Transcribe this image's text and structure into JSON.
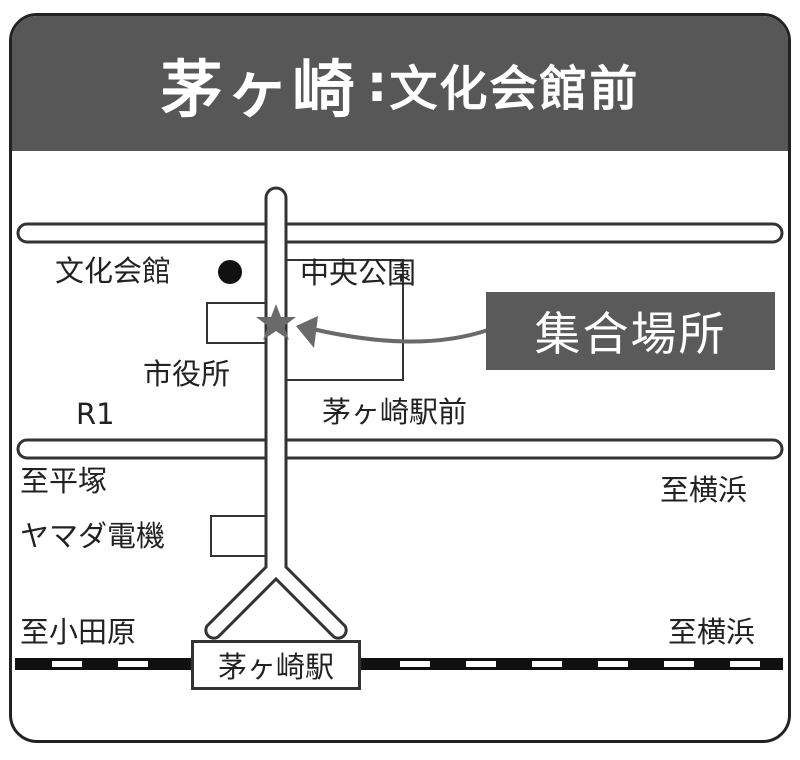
{
  "header": {
    "title_main": "茅ヶ崎",
    "title_sep": ":",
    "title_sub": "文化会館前"
  },
  "map": {
    "meeting_point": "集合場所",
    "labels": {
      "bunka_kaikan": "文化会館",
      "chuo_koen": "中央公園",
      "shiyakusho": "市役所",
      "r1": "R1",
      "chigasaki_ekimae": "茅ヶ崎駅前",
      "to_hiratsuka": "至平塚",
      "to_yokohama_1": "至横浜",
      "yamada_denki": "ヤマダ電機",
      "to_odawara": "至小田原",
      "to_yokohama_2": "至横浜",
      "station": "茅ヶ崎駅"
    },
    "colors": {
      "header_bg": "#575757",
      "callout_bg": "#5a5a5a",
      "star": "#6a6a6a"
    }
  }
}
